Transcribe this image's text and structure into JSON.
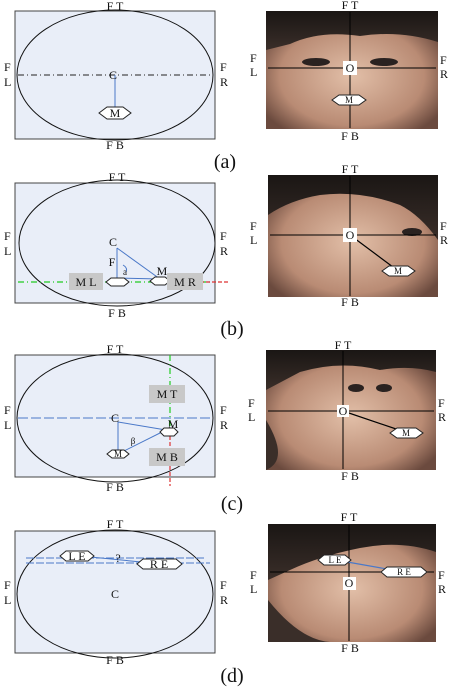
{
  "labels": {
    "ft": "F T",
    "fb": "F B",
    "fl": "F\nL",
    "fr": "F\nR",
    "c": "C",
    "o": "O",
    "m": "M",
    "ml": "M L",
    "mr": "M R",
    "mt": "M T",
    "mb": "M B",
    "f": "F",
    "alpha": "a",
    "beta": "β",
    "le": "L E",
    "re": "R E",
    "q": "?"
  },
  "captions": [
    "(a)",
    "(b)",
    "(c)",
    "(d)"
  ],
  "colors": {
    "panel_fill": "#e9eef8",
    "blue_line": "#4a78c8",
    "green_line": "#22cc22",
    "red_line": "#dd3333",
    "tag_fill": "#c8c8c8",
    "face_dark": "#2a2220",
    "face_skin": "#c69a82"
  }
}
